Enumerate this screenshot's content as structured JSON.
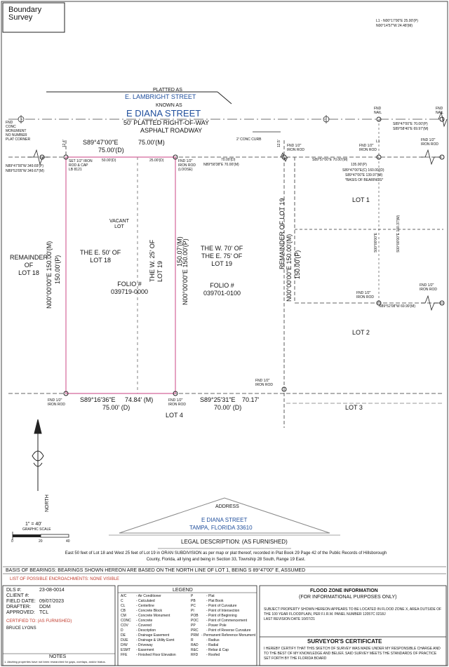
{
  "title": "Boundary\nSurvey",
  "corner_note": {
    "line1": "L1 - N00°17'00\"E  25.00'(P)",
    "line2": "N00°14'57\"W  24.48'(M)"
  },
  "streets": {
    "platted_as": "PLATTED AS",
    "lambright": "E. LAMBRIGHT STREET",
    "known_as": "KNOWN AS",
    "diana": "E DIANA STREET",
    "row": "50' PLATTED RIGHT-OF-WAY",
    "roadway": "ASPHALT ROADWAY",
    "curb": "2' CONC CURB"
  },
  "monuments": {
    "left": "FND\nCONC\nMONUMENT\nNO NUMBER\nPLAT CORNER",
    "left_bearing1": "N89°47'00\"W  349.69'(P)",
    "left_bearing2": "N89°53'05\"W  349.67'(M)",
    "fnd_nail_1": "FND\nNAIL",
    "fnd_nail_2": "FND\nNAIL",
    "nail_bearing1": "S89°47'00\"E  70.00'(P)",
    "nail_bearing2": "S89°58'40\"E  69.97'(M)"
  },
  "north_line": {
    "bearing": "S89°47'00\"E",
    "plat": "75.00'(P)",
    "meas": "75.00'(M)",
    "deed": "75.00'(D)",
    "seg1": "50.00'(D)",
    "seg2": "25.00'(D)",
    "right_d": "70.00'(D)",
    "right_m": "N89°58'38\"E  70.00'(M)",
    "lot1_dist": "S89°57'00\"E  70.00'(M)",
    "dim_24": "12.4'",
    "dim_35": "12.5'"
  },
  "markers": {
    "set_rod": "SET 1/2\" IRON\nROD & CAP\nLB 8121",
    "fnd_rod_loose": "FND 1/2\"\nIRON ROD\n(LOOSE)",
    "fnd_rod_top": "FND 1/2\"\nIRON ROD",
    "fnd_rod_lot1": "FND 1/2\"\nIRON ROD",
    "fnd_rod_right": "FND 1/2\"\nIRON ROD",
    "fnd_rod_sw": "FND 1/2\"\nIRON ROD",
    "fnd_rod_bottom_mid": "FND 1/2\"\nIRON ROD",
    "fnd_rod_bottom_right": "FND 1/2\"\nIRON ROD",
    "fnd_rod_lot2": "FND 1/2\"\nIRON ROD",
    "fnd_rod_lot2_right": "FND 1/2\"\nIRON ROD"
  },
  "lot1_notes": {
    "line1": "135.00'(P)",
    "line2": "S89°47'00\"E(C)  160.00'(D)",
    "line3": "S89°47'00\"E  139.97'(M)",
    "line4": "*BASIS OF BEARINGS*",
    "l1": "L1",
    "vert": "S00°00'00\"E  100.37'(M)",
    "vert2": "S00°00'00\"E"
  },
  "parcels": {
    "remainder18": "REMAINDER\nOF\nLOT 18",
    "vacant": "VACANT\nLOT",
    "e50": "THE E. 50' OF\nLOT 18",
    "w25": "THE W. 25' OF\nLOT 19",
    "folio1": "FOLIO #\n039719-0000",
    "w70": "THE W. 70' OF\nTHE E. 75' OF\nLOT 19",
    "folio2": "FOLIO #\n039701-0100",
    "remainder19": "REMAINDER OF LOT 19",
    "lot1": "LOT 1",
    "lot2": "LOT 2",
    "lot3": "LOT 3",
    "lot4": "LOT 4"
  },
  "vertical_dims": {
    "left": "N00°00'00\"E  150.00'(M)",
    "left_p": "150.00'(P)",
    "mid": "150.07'(M)",
    "mid2": "N00°00'00\"E  150.00'(P)",
    "right": "N00°00'00\"E  150.00'(M)",
    "right_p": "150.00'(P)"
  },
  "south_line": {
    "bearing1": "S89°16'36\"E",
    "dist1": "74.84' (M)",
    "deed1": "75.00' (D)",
    "bearing2": "S89°25'31\"E",
    "dist2": "70.17'",
    "deed2": "70.00' (D)"
  },
  "lot2_bearing": "N89°52'08\"W  69.99'(M)",
  "north_arrow": "NORTH",
  "scale": {
    "ratio": "1\" = 40'",
    "label": "GRAPHIC SCALE",
    "t0": "0",
    "t1": "20",
    "t2": "40"
  },
  "address": {
    "heading": "ADDRESS",
    "line1": "E DIANA STREET",
    "line2": "TAMPA, FLORIDA 33610"
  },
  "legal": {
    "heading": "LEGAL DESCRIPTION: (AS FURNISHED)",
    "text": "East 50 feet of Lot 18 and West 25 feet of Lot 19 in ORAN SUBDIVISION as per map or plat thereof, recorded in Plat Book 29 Page 42 of the Public Records of Hillsborough County, Florida, all lying and being in Section 33, Township 28 South, Range 19 East."
  },
  "basis": "BASIS OF BEARINGS: BEARINGS SHOWN HEREON ARE BASED ON THE NORTH LINE OF LOT 1, BEING S 89°47'00\" E, ASSUMED",
  "encroachments": "LIST OF POSSIBLE ENCROACHMENTS:  NONE VISIBLE",
  "job": {
    "dls_label": "DLS #:",
    "dls": "23-08-0014",
    "client_label": "CLIENT #:",
    "client": "",
    "field_label": "FIELD DATE:",
    "field": "09/07/2023",
    "drafter_label": "DRAFTER:",
    "drafter": "DDM",
    "approved_label": "APPROVED:",
    "approved": "TCL",
    "certified": "CERTIFIED TO: (AS FURNISHED)",
    "certified_to": "BRUCE LYONS",
    "notes": "NOTES",
    "notes_text": "1. Abutting properties have not been researched for gaps, overlaps, and/or hiatus."
  },
  "legend": {
    "heading": "LEGEND",
    "left": [
      [
        "A/C",
        "- Air Conditioner"
      ],
      [
        "C",
        "- Calculated"
      ],
      [
        "CL",
        "- Centerline"
      ],
      [
        "CB",
        "- Concrete Block"
      ],
      [
        "CM",
        "- Concrete Monument"
      ],
      [
        "CONC",
        "- Concrete"
      ],
      [
        "COV",
        "- Covered"
      ],
      [
        "D",
        "- Description"
      ],
      [
        "DE",
        "- Drainage Easement"
      ],
      [
        "DUE",
        "- Drainage & Utility Esmt"
      ],
      [
        "D/W",
        "- Driveway"
      ],
      [
        "ESMT",
        "- Easement"
      ],
      [
        "FFE",
        "- Finished Floor Elevation"
      ]
    ],
    "right": [
      [
        "P",
        "- Plat"
      ],
      [
        "PB",
        "- Plat Book"
      ],
      [
        "PC",
        "- Point of Curvature"
      ],
      [
        "PI",
        "- Point of Intersection"
      ],
      [
        "POB",
        "- Point of Beginning"
      ],
      [
        "POC",
        "- Point of Commencement"
      ],
      [
        "PP",
        "- Power Pole"
      ],
      [
        "PRC",
        "- Point of Reverse Curvature"
      ],
      [
        "PRM",
        "- Permanent Reference Monument"
      ],
      [
        "R",
        "- Radius"
      ],
      [
        "RAD",
        "- Radial"
      ],
      [
        "R&C",
        "- Rebar & Cap"
      ],
      [
        "RFD",
        "- Roofed"
      ]
    ]
  },
  "flood": {
    "heading": "FLOOD ZONE INFORMATION",
    "sub": "(FOR INFORMATIONAL PURPOSES ONLY)",
    "text": "SUBJECT PROPERTY SHOWN HEREON APPEARS TO BE LOCATED IN FLOOD ZONE X, AREA OUTSIDE OF THE 100 YEAR FLOODPLAIN, PER F.I.R.M. PANEL NUMBER 12057C 0218J\nLAST REVISION DATE 10/07/21"
  },
  "certificate": {
    "heading": "SURVEYOR'S CERTIFICATE",
    "text": "I HEREBY CERTIFY THAT THIS SKETCH OF SURVEY WAS MADE UNDER MY RESPONSIBLE CHARGE AND TO THE BEST OF MY KNOWLEDGE AND BELIEF, SAID SURVEY MEETS THE STANDARDS OF PRACTICE SET FORTH BY THE FLORIDA BOARD"
  },
  "colors": {
    "parcel": "#d4669a",
    "line": "#222222",
    "blue": "#1f4e9c",
    "red": "#c0392b"
  }
}
